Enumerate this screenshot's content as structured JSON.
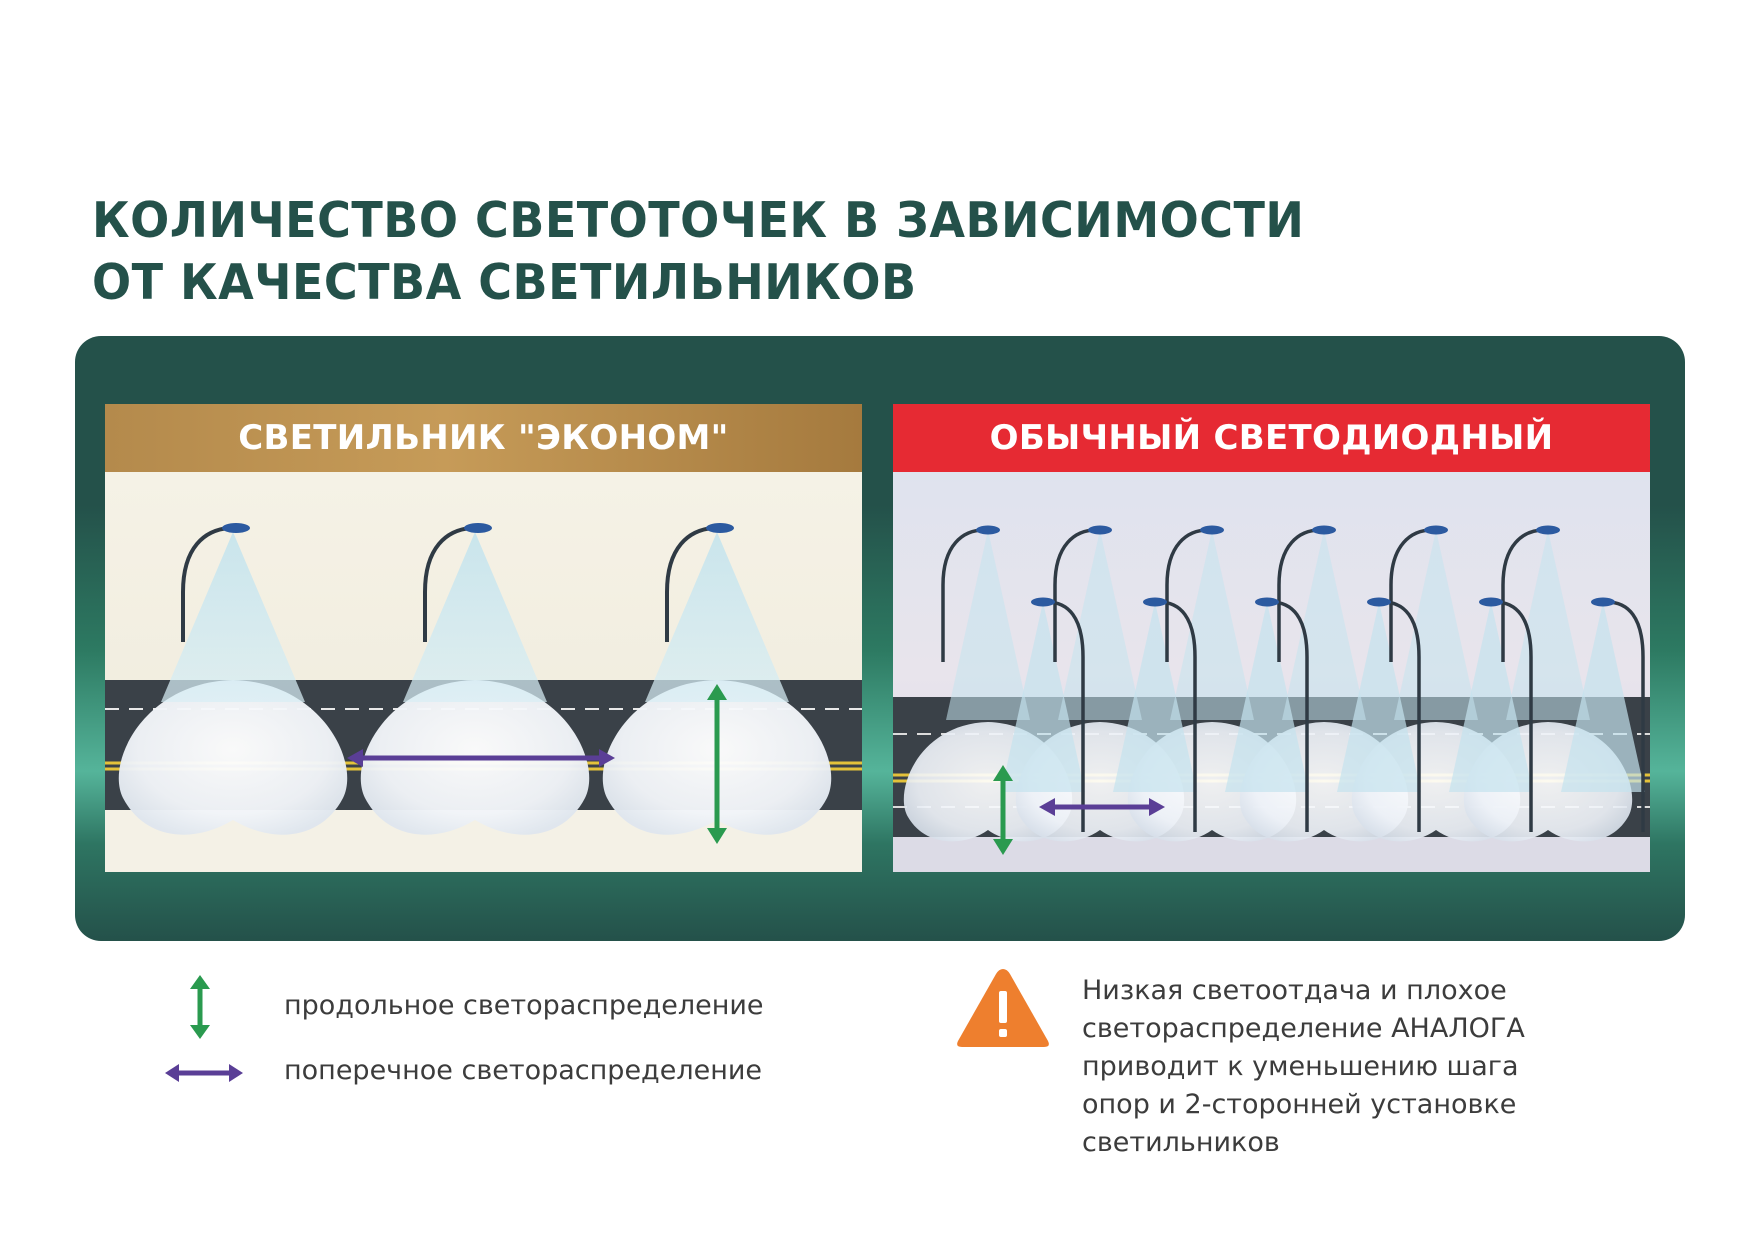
{
  "title": {
    "line1": "КОЛИЧЕСТВО СВЕТОТОЧЕК В ЗАВИСИМОСТИ",
    "line2": "ОТ КАЧЕСТВА СВЕТИЛЬНИКОВ"
  },
  "panels": {
    "left": {
      "label": "СВЕТИЛЬНИК \"ЭКОНОМ\"",
      "header_color": "#c69b58",
      "poles": 3
    },
    "right": {
      "label": "ОБЫЧНЫЙ СВЕТОДИОДНЫЙ",
      "header_color": "#e62a33",
      "poles": 12
    }
  },
  "legend": {
    "longitudinal": {
      "label": "продольное светораспределение",
      "color": "#2a9a4f",
      "icon": "vertical-double-arrow-icon"
    },
    "transverse": {
      "label": "поперечное светораспределение",
      "color": "#5a3e96",
      "icon": "horizontal-double-arrow-icon"
    }
  },
  "warning": {
    "icon": "warning-triangle-icon",
    "color": "#ee7f2e",
    "lines": [
      "Низкая светоотдача и плохое",
      "светораспределение АНАЛОГА",
      "приводит к уменьшению шага",
      "опор и 2-сторонней установке",
      "светильников"
    ]
  }
}
